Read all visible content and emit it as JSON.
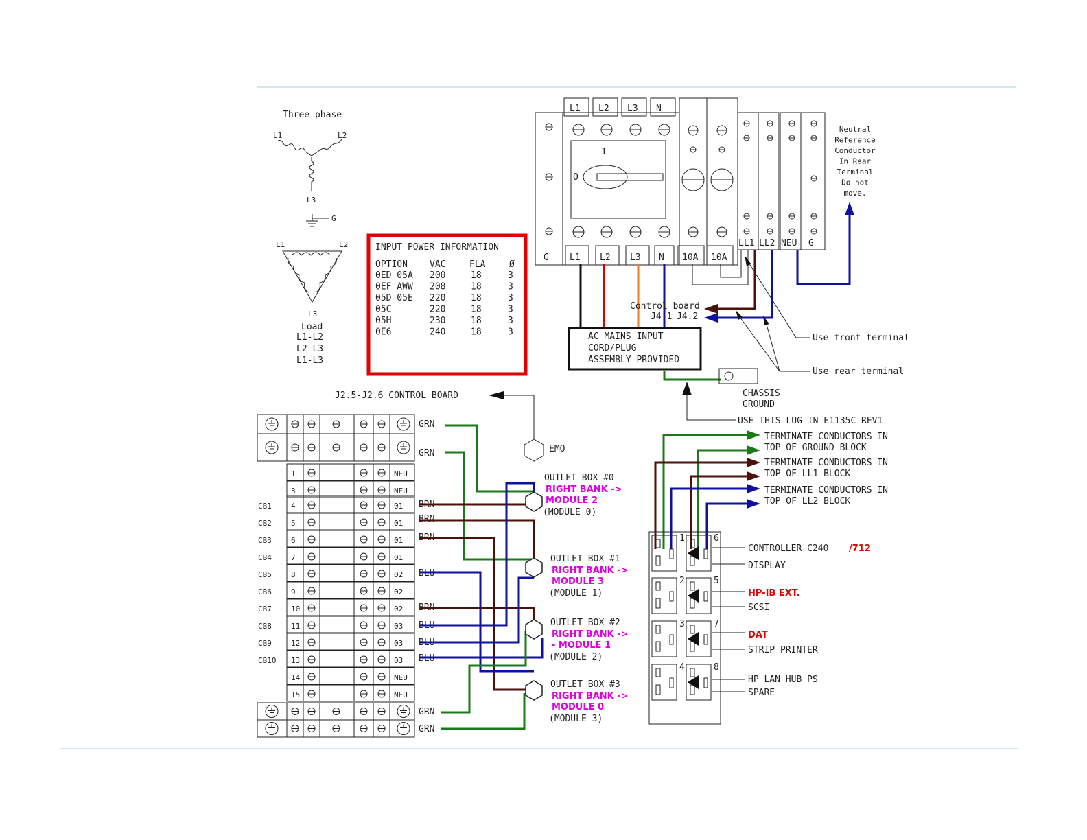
{
  "colors": {
    "green": "#1a7a1a",
    "brown": "#4a1208",
    "blue": "#1010a0",
    "red": "#e00000",
    "orange": "#f07a20",
    "magenta": "#e000e0",
    "black": "#111111",
    "rule": "#a8cfe0"
  },
  "three_phase": {
    "title": "Three phase",
    "wye": [
      "L1",
      "L2",
      "L3"
    ],
    "ground": "G",
    "delta": [
      "L1",
      "L2",
      "L3"
    ],
    "load_title": "Load",
    "load_lines": [
      "L1-L2",
      "L2-L3",
      "L1-L3"
    ]
  },
  "input_power": {
    "title": "INPUT POWER INFORMATION",
    "headers": [
      "OPTION",
      "VAC",
      "FLA",
      "Ø"
    ],
    "rows": [
      [
        "0ED 05A",
        "200",
        "18",
        "3"
      ],
      [
        "0EF AWW",
        "208",
        "18",
        "3"
      ],
      [
        "05D 05E",
        "220",
        "18",
        "3"
      ],
      [
        "05C",
        "220",
        "18",
        "3"
      ],
      [
        "05H",
        "230",
        "18",
        "3"
      ],
      [
        "0E6",
        "240",
        "18",
        "3"
      ]
    ]
  },
  "breaker": {
    "top_labels": [
      "L1",
      "L2",
      "L3",
      "N"
    ],
    "bottom_labels": [
      "G",
      "L1",
      "L2",
      "L3",
      "N",
      "10A",
      "10A"
    ],
    "switch_label": "1",
    "off_label": "O",
    "terminal_labels": [
      "LL1",
      "LL2",
      "NEU",
      "G"
    ]
  },
  "neutral_note": [
    "Neutral",
    "Reference",
    "Conductor",
    "In Rear",
    "Terminal",
    "Do not",
    "move."
  ],
  "control_board": {
    "title": "Control board",
    "pins": [
      "J4.1",
      "J4.2"
    ]
  },
  "ac_mains": [
    "AC MAINS INPUT",
    "CORD/PLUG",
    "ASSEMBLY PROVIDED"
  ],
  "callouts": {
    "front": "Use front terminal",
    "rear": "Use rear terminal",
    "chassis": [
      "CHASSIS",
      "GROUND"
    ],
    "lug": "USE THIS LUG IN E1135C REV1",
    "j25": "J2.5-J2.6 CONTROL BOARD",
    "emo": "EMO"
  },
  "terminate": [
    [
      "TERMINATE CONDUCTORS IN",
      "TOP OF GROUND BLOCK"
    ],
    [
      "TERMINATE CONDUCTORS IN",
      "TOP OF LL1 BLOCK"
    ],
    [
      "TERMINATE CONDUCTORS IN",
      "TOP OF LL2 BLOCK"
    ]
  ],
  "terminal_block": {
    "cb_labels": [
      "CB1",
      "CB2",
      "CB3",
      "CB4",
      "CB5",
      "CB6",
      "CB7",
      "CB8",
      "CB9",
      "CB10"
    ],
    "row_numbers": [
      "1",
      "3",
      "4",
      "5",
      "6",
      "7",
      "8",
      "9",
      "10",
      "11",
      "12",
      "13",
      "14",
      "15"
    ],
    "right_labels": [
      "NEU",
      "NEU",
      "01",
      "01",
      "01",
      "01",
      "02",
      "02",
      "02",
      "03",
      "03",
      "03",
      "NEU",
      "NEU"
    ],
    "wire_labels": [
      "GRN",
      "GRN",
      "BRN",
      "BRN",
      "BRN",
      "BLU",
      "BRN",
      "BLU",
      "BLU",
      "BLU",
      "GRN",
      "GRN"
    ]
  },
  "outlet_boxes": [
    {
      "title": "OUTLET BOX #0",
      "bank": "RIGHT BANK ->",
      "module": "MODULE 2",
      "orig": "(MODULE 0)"
    },
    {
      "title": "OUTLET BOX #1",
      "bank": "RIGHT BANK ->",
      "module": "MODULE 3",
      "orig": "(MODULE 1)"
    },
    {
      "title": "OUTLET BOX #2",
      "bank": "RIGHT BANK ->",
      "module": "- MODULE 1",
      "orig": "(MODULE 2)"
    },
    {
      "title": "OUTLET BOX #3",
      "bank": "RIGHT BANK ->",
      "module": "MODULE 0",
      "orig": "(MODULE 3)"
    }
  ],
  "outlets_labels": {
    "row1": [
      "CONTROLLER C240",
      "/712",
      "DISPLAY"
    ],
    "row2": [
      "HP-IB EXT.",
      "SCSI"
    ],
    "row3": [
      "DAT",
      "STRIP PRINTER"
    ],
    "row4": [
      "HP LAN HUB PS",
      "SPARE"
    ],
    "numbers": [
      "1",
      "6",
      "2",
      "5",
      "3",
      "7",
      "4",
      "8"
    ]
  }
}
